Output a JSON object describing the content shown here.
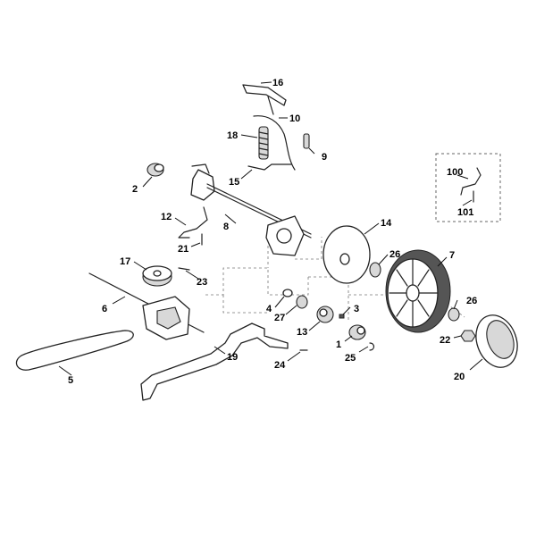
{
  "diagram": {
    "callouts": {
      "c1": "1",
      "c2": "2",
      "c3": "3",
      "c4": "4",
      "c5": "5",
      "c6": "6",
      "c7": "7",
      "c8": "8",
      "c9": "9",
      "c10": "10",
      "c12": "12",
      "c13": "13",
      "c14": "14",
      "c15": "15",
      "c16": "16",
      "c17": "17",
      "c18": "18",
      "c19": "19",
      "c20": "20",
      "c21": "21",
      "c22": "22",
      "c23": "23",
      "c24": "24",
      "c25": "25",
      "c26a": "26",
      "c26b": "26",
      "c27": "27",
      "c100": "100",
      "c101": "101"
    }
  }
}
